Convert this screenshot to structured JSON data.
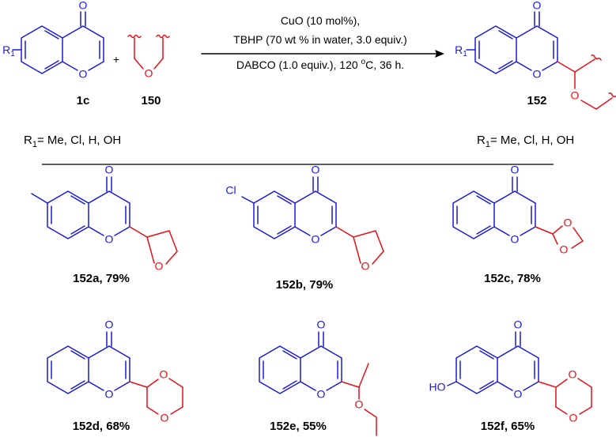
{
  "scheme": {
    "reactant_1": {
      "label": "1c",
      "substituent": "R",
      "substituent_sub": "1",
      "atoms": {
        "carbonyl_O": "O",
        "ring_O": "O"
      }
    },
    "plus": "+",
    "reactant_2": {
      "label": "150",
      "atoms": {
        "ring_O": "O"
      }
    },
    "conditions": {
      "line1": "CuO (10 mol%),",
      "line2": "TBHP (70 wt % in water, 3.0 equiv.)",
      "line3_pre": "DABCO (1.0 equiv.), 120 ",
      "line3_sup": "o",
      "line3_post": "C, 36 h."
    },
    "product": {
      "label": "152",
      "substituent": "R",
      "substituent_sub": "1",
      "atoms": {
        "carbonyl_O": "O",
        "ring_O": "O",
        "ether_O": "O"
      }
    },
    "r1_left": {
      "r": "R",
      "sub": "1",
      "text": "= Me, Cl, H, OH"
    },
    "r1_right": {
      "r": "R",
      "sub": "1",
      "text": "= Me, Cl, H, OH"
    }
  },
  "examples": [
    {
      "label": "152a, 79%",
      "atoms": [
        "O",
        "O",
        "O"
      ]
    },
    {
      "label": "152b, 79%",
      "atoms": [
        "O",
        "O",
        "O",
        "Cl"
      ]
    },
    {
      "label": "152c, 78%",
      "atoms": [
        "O",
        "O",
        "O",
        "O"
      ]
    },
    {
      "label": "152d, 68%",
      "atoms": [
        "O",
        "O",
        "O",
        "O"
      ]
    },
    {
      "label": "152e, 55%",
      "atoms": [
        "O",
        "O",
        "O"
      ]
    },
    {
      "label": "152f, 65%",
      "atoms": [
        "O",
        "O",
        "O",
        "O",
        "HO"
      ]
    }
  ]
}
